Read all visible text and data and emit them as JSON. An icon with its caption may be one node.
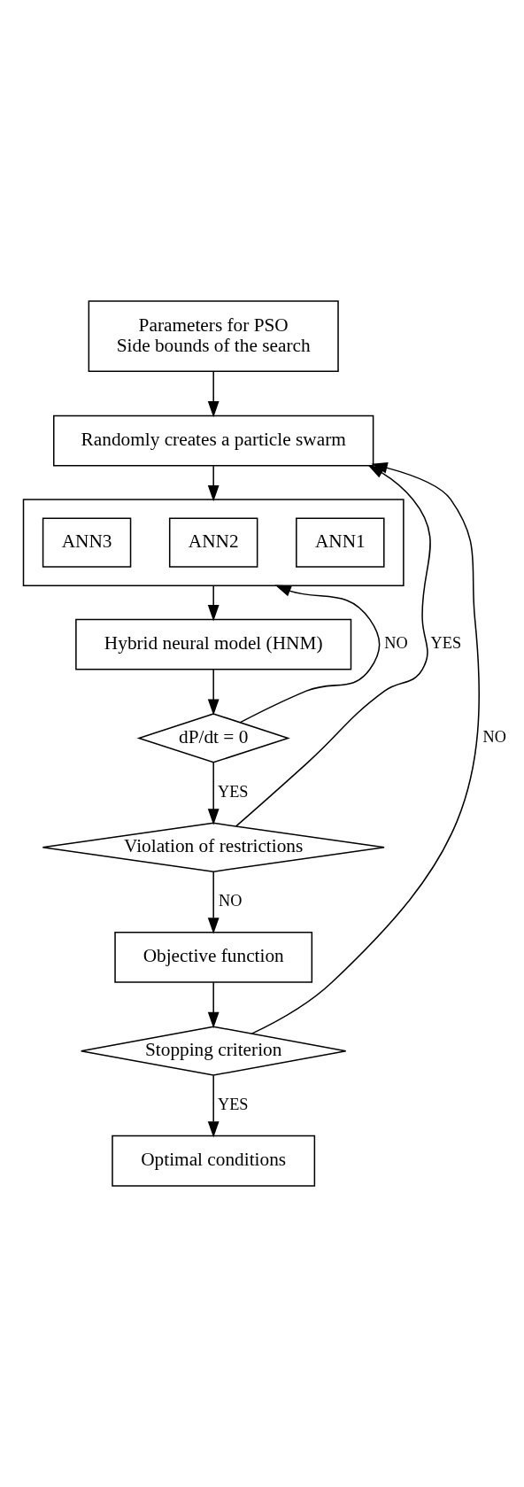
{
  "diagram": {
    "nodes": [
      {
        "text": [
          "Parameters for PSO",
          "Side bounds of the search"
        ]
      },
      {
        "text": [
          "Randomly creates a particle swarm"
        ]
      },
      {
        "text": [],
        "shape": "box"
      },
      {
        "text": [
          "ANN1"
        ],
        "in": 2
      },
      {
        "text": [
          "ANN2"
        ],
        "in": 2
      },
      {
        "text": [
          "ANN3"
        ],
        "in": 2
      },
      {
        "text": [
          "Hybrid neural model (HNM)"
        ]
      },
      {
        "text": [
          "dP/dt = 0"
        ]
      },
      {
        "text": [
          "Violation of restrictions"
        ]
      },
      {
        "text": [
          "Objective function"
        ]
      },
      {
        "text": [
          "Stopping criterion"
        ]
      },
      {
        "text": [
          "Optimal conditions"
        ]
      }
    ],
    "edges": [
      {
        "from": 0,
        "to": 1,
        "arrow": "to"
      },
      {
        "from": 1,
        "to": 2,
        "arrow": "to"
      },
      {
        "from": 2,
        "to": 6,
        "arrow": "to"
      },
      {
        "from": 6,
        "to": 7,
        "arrow": "to"
      },
      {
        "from": 7,
        "to": 2,
        "arrow": "to",
        "label": "NO"
      },
      {
        "from": 7,
        "to": 8,
        "arrow": "to",
        "label": "YES"
      },
      {
        "from": 8,
        "to": 1,
        "arrow": "to",
        "label": "YES"
      },
      {
        "from": 8,
        "to": 9,
        "arrow": "to",
        "label": "NO"
      },
      {
        "from": 9,
        "to": 10,
        "arrow": "to"
      },
      {
        "from": 10,
        "to": 1,
        "arrow": "to",
        "label": "NO"
      },
      {
        "from": 10,
        "to": 11,
        "arrow": "to",
        "label": "YES"
      }
    ]
  }
}
